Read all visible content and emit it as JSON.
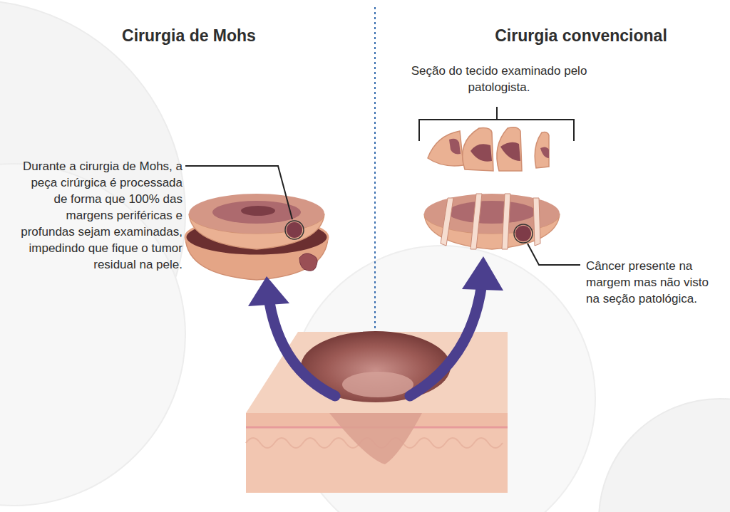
{
  "diagram": {
    "labels": [
      "Cirurgia de Mohs",
      "Cirurgia convencional",
      "Seção do tecido examinado pelo patologista.",
      "Durante a cirurgia de Mohs, a peça cirúrgica é processada de forma que 100% das margens periféricas e profundas sejam examinadas, impedindo que fique o tumor residual na pele.",
      "Câncer presente na margem mas não visto na seção patológica."
    ]
  }
}
